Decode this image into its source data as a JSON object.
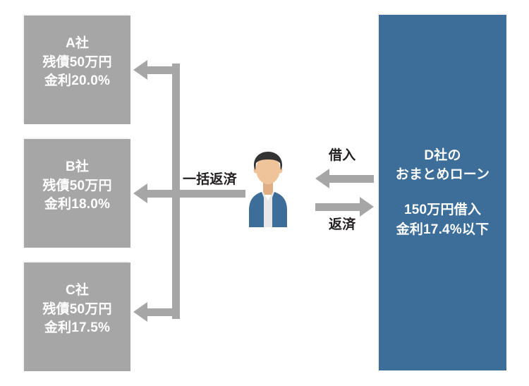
{
  "diagram": {
    "title": "debt-consolidation-loan-flow",
    "colors": {
      "gray": "#a6a6a6",
      "blue": "#3d6e99",
      "text_dark": "#231f20",
      "text_light": "#ffffff",
      "background": "#ffffff"
    }
  },
  "creditors": [
    {
      "name": "A社",
      "balance": "残債50万円",
      "rate": "金利20.0%"
    },
    {
      "name": "B社",
      "balance": "残債50万円",
      "rate": "金利18.0%"
    },
    {
      "name": "C社",
      "balance": "残債50万円",
      "rate": "金利17.5%"
    }
  ],
  "lender": {
    "name": "D社の",
    "product": "おまとめローン",
    "amount": "150万円借入",
    "rate": "金利17.4%以下"
  },
  "flows": {
    "lump_sum_repayment": "一括返済",
    "borrow": "借入",
    "repay": "返済"
  },
  "person": {
    "label": "borrower-avatar",
    "hair_color": "#333333",
    "skin_color": "#f0c49a",
    "jacket_color": "#3d6e99",
    "shirt_color": "#e8e8e8"
  }
}
